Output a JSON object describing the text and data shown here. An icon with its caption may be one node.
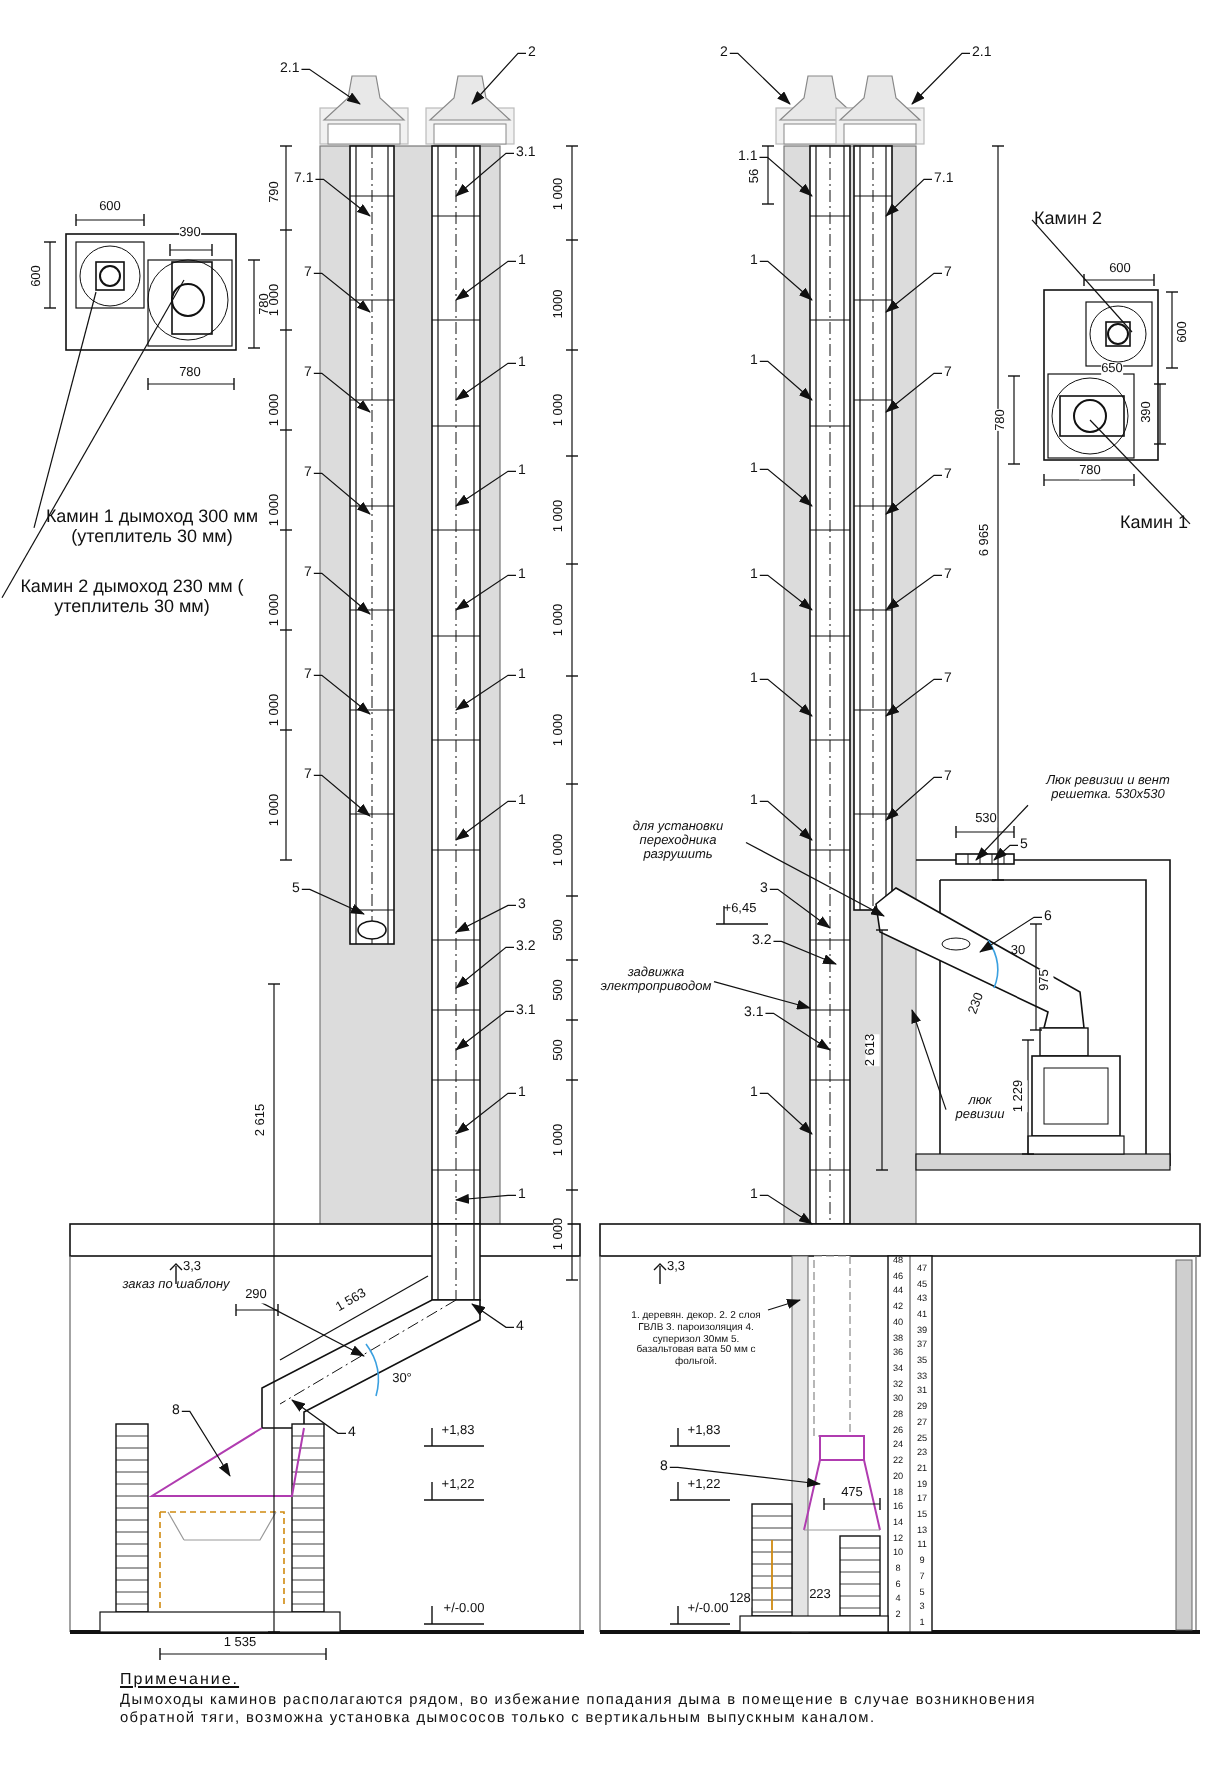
{
  "diagram": {
    "nodes": [
      {
        "text": [
          "2.1"
        ]
      },
      {
        "text": [
          "2"
        ]
      },
      {
        "text": [
          "7.1"
        ]
      },
      {
        "text": [
          "3.1"
        ]
      },
      {
        "text": [
          "7"
        ]
      },
      {
        "text": [
          "1"
        ]
      },
      {
        "text": [
          "7"
        ]
      },
      {
        "text": [
          "1"
        ]
      },
      {
        "text": [
          "7"
        ]
      },
      {
        "text": [
          "1"
        ]
      },
      {
        "text": [
          "7"
        ]
      },
      {
        "text": [
          "1"
        ]
      },
      {
        "text": [
          "7"
        ]
      },
      {
        "text": [
          "1"
        ]
      },
      {
        "text": [
          "7"
        ]
      },
      {
        "text": [
          "1"
        ]
      },
      {
        "text": [
          "5"
        ]
      },
      {
        "text": [
          "3"
        ]
      },
      {
        "text": [
          "3.2"
        ]
      },
      {
        "text": [
          "3.1"
        ]
      },
      {
        "text": [
          "1"
        ]
      },
      {
        "text": [
          "1"
        ]
      },
      {
        "text": [
          "4"
        ]
      },
      {
        "text": [
          "4"
        ]
      },
      {
        "text": [
          "8"
        ]
      },
      {
        "text": [
          "заказ по шаблону"
        ]
      },
      {
        "text": [
          "Камин 1 дымоход 300 мм (утеплитель 30 мм)"
        ]
      },
      {
        "text": [
          "Камин 2 дымоход 230 мм ( утеплитель 30 мм)"
        ]
      },
      {
        "text": [
          "2"
        ]
      },
      {
        "text": [
          "2.1"
        ]
      },
      {
        "text": [
          "1.1"
        ]
      },
      {
        "text": [
          "7.1"
        ]
      },
      {
        "text": [
          "1"
        ]
      },
      {
        "text": [
          "7"
        ]
      },
      {
        "text": [
          "1"
        ]
      },
      {
        "text": [
          "7"
        ]
      },
      {
        "text": [
          "1"
        ]
      },
      {
        "text": [
          "7"
        ]
      },
      {
        "text": [
          "1"
        ]
      },
      {
        "text": [
          "7"
        ]
      },
      {
        "text": [
          "1"
        ]
      },
      {
        "text": [
          "7"
        ]
      },
      {
        "text": [
          "1"
        ]
      },
      {
        "text": [
          "7"
        ]
      },
      {
        "text": [
          "Люк ревизии и вент решетка. 530х530"
        ]
      },
      {
        "text": [
          "5"
        ]
      },
      {
        "text": [
          "для установки переходника разрушить"
        ]
      },
      {
        "text": [
          "3"
        ]
      },
      {
        "text": [
          "3.2"
        ]
      },
      {
        "text": [
          "задвижка электроприводом"
        ]
      },
      {
        "text": [
          "3.1"
        ]
      },
      {
        "text": [
          "6"
        ]
      },
      {
        "text": [
          "люк ревизии"
        ]
      },
      {
        "text": [
          "1"
        ]
      },
      {
        "text": [
          "1"
        ]
      },
      {
        "text": [
          "1. деревян. декор. 2. 2 слоя ГВЛВ 3. пароизоляция 4. суперизол 30мм 5. базальтовая вата 50 мм с фольгой."
        ]
      },
      {
        "text": [
          "8"
        ]
      },
      {
        "text": [
          "Камин 2"
        ]
      },
      {
        "text": [
          "Камин 1"
        ]
      },
      {
        "text": [],
        "shape": "picture"
      },
      {
        "text": [],
        "shape": "picture"
      },
      {
        "text": [],
        "shape": "picture"
      },
      {
        "text": [],
        "shape": "picture"
      },
      {
        "text": [],
        "shape": "picture"
      },
      {
        "text": [],
        "shape": "picture"
      },
      {
        "text": [],
        "shape": "picture"
      },
      {
        "text": [],
        "shape": "picture"
      },
      {
        "text": [],
        "shape": "picture"
      },
      {
        "text": [],
        "shape": "picture"
      }
    ],
    "edges": [
      {
        "from": 0,
        "to": 59,
        "arrow": "to"
      },
      {
        "from": 1,
        "to": 59,
        "arrow": "to"
      },
      {
        "from": 2,
        "to": 59,
        "arrow": "to"
      },
      {
        "from": 3,
        "to": 59,
        "arrow": "to"
      },
      {
        "from": 4,
        "to": 59,
        "arrow": "to"
      },
      {
        "from": 5,
        "to": 59,
        "arrow": "to"
      },
      {
        "from": 6,
        "to": 59,
        "arrow": "to"
      },
      {
        "from": 7,
        "to": 59,
        "arrow": "to"
      },
      {
        "from": 8,
        "to": 59,
        "arrow": "to"
      },
      {
        "from": 9,
        "to": 59,
        "arrow": "to"
      },
      {
        "from": 10,
        "to": 59,
        "arrow": "to"
      },
      {
        "from": 11,
        "to": 59,
        "arrow": "to"
      },
      {
        "from": 12,
        "to": 59,
        "arrow": "to"
      },
      {
        "from": 13,
        "to": 59,
        "arrow": "to"
      },
      {
        "from": 14,
        "to": 59,
        "arrow": "to"
      },
      {
        "from": 15,
        "to": 59,
        "arrow": "to"
      },
      {
        "from": 16,
        "to": 59,
        "arrow": "to"
      },
      {
        "from": 17,
        "to": 59,
        "arrow": "to"
      },
      {
        "from": 18,
        "to": 59,
        "arrow": "to"
      },
      {
        "from": 19,
        "to": 59,
        "arrow": "to"
      },
      {
        "from": 20,
        "to": 59,
        "arrow": "to"
      },
      {
        "from": 21,
        "to": 59,
        "arrow": "to"
      },
      {
        "from": 22,
        "to": 60,
        "arrow": "to"
      },
      {
        "from": 23,
        "to": 60,
        "arrow": "to"
      },
      {
        "from": 24,
        "to": 61,
        "arrow": "to"
      },
      {
        "from": 25,
        "to": 60,
        "arrow": "to"
      },
      {
        "from": 26,
        "to": 62,
        "arrow": "none"
      },
      {
        "from": 27,
        "to": 62,
        "arrow": "none"
      },
      {
        "from": 28,
        "to": 63,
        "arrow": "to"
      },
      {
        "from": 29,
        "to": 63,
        "arrow": "to"
      },
      {
        "from": 30,
        "to": 63,
        "arrow": "to"
      },
      {
        "from": 31,
        "to": 63,
        "arrow": "to"
      },
      {
        "from": 32,
        "to": 63,
        "arrow": "to"
      },
      {
        "from": 33,
        "to": 63,
        "arrow": "to"
      },
      {
        "from": 34,
        "to": 63,
        "arrow": "to"
      },
      {
        "from": 35,
        "to": 63,
        "arrow": "to"
      },
      {
        "from": 36,
        "to": 63,
        "arrow": "to"
      },
      {
        "from": 37,
        "to": 63,
        "arrow": "to"
      },
      {
        "from": 38,
        "to": 63,
        "arrow": "to"
      },
      {
        "from": 39,
        "to": 63,
        "arrow": "to"
      },
      {
        "from": 40,
        "to": 63,
        "arrow": "to"
      },
      {
        "from": 41,
        "to": 63,
        "arrow": "to"
      },
      {
        "from": 42,
        "to": 63,
        "arrow": "to"
      },
      {
        "from": 43,
        "to": 63,
        "arrow": "to"
      },
      {
        "from": 44,
        "to": 64,
        "arrow": "to"
      },
      {
        "from": 45,
        "to": 64,
        "arrow": "to"
      },
      {
        "from": 46,
        "to": 65,
        "arrow": "to"
      },
      {
        "from": 47,
        "to": 63,
        "arrow": "to"
      },
      {
        "from": 48,
        "to": 63,
        "arrow": "to"
      },
      {
        "from": 49,
        "to": 63,
        "arrow": "to"
      },
      {
        "from": 50,
        "to": 63,
        "arrow": "to"
      },
      {
        "from": 51,
        "to": 65,
        "arrow": "to"
      },
      {
        "from": 52,
        "to": 63,
        "arrow": "to"
      },
      {
        "from": 53,
        "to": 63,
        "arrow": "to"
      },
      {
        "from": 54,
        "to": 63,
        "arrow": "to"
      },
      {
        "from": 55,
        "to": 66,
        "arrow": "to"
      },
      {
        "from": 56,
        "to": 67,
        "arrow": "to"
      },
      {
        "from": 57,
        "to": 68,
        "arrow": "none"
      },
      {
        "from": 58,
        "to": 68,
        "arrow": "none"
      }
    ],
    "labels": [
      "600",
      "600",
      "390",
      "780",
      "780",
      "790",
      "1 000",
      "1 000",
      "1 000",
      "1 000",
      "1 000",
      "1 000",
      "1 000",
      "1000",
      "1 000",
      "1 000",
      "1 000",
      "1 000",
      "1 000",
      "500",
      "500",
      "500",
      "1 000",
      "1 000",
      "2 615",
      "3,3",
      "290",
      "1 563",
      "30°",
      "+1,83",
      "+1,22",
      "+/-0.00",
      "1 535",
      "56",
      "6 965",
      "780",
      "600",
      "600",
      "650",
      "390",
      "780",
      "530",
      "+6,45",
      "30",
      "975",
      "230",
      "1 229",
      "2 613",
      "3,3",
      "+1,83",
      "+1,22",
      "+/-0.00",
      "128",
      "223",
      "475",
      "Примечание.",
      "Дымоходы каминов располагаются рядом, во избежание попадания дыма в помещение в случае возникновения обратной тяги, возможна установка дымососов только с вертикальным выпускным каналом.",
      "48",
      "47",
      "46",
      "45",
      "44",
      "43",
      "42",
      "41",
      "40",
      "39",
      "38",
      "37",
      "36",
      "35",
      "34",
      "33",
      "32",
      "31",
      "30",
      "29",
      "28",
      "27",
      "26",
      "25",
      "24",
      "23",
      "22",
      "21",
      "20",
      "19",
      "18",
      "17",
      "16",
      "15",
      "14",
      "13",
      "12",
      "11",
      "10",
      "9",
      "8",
      "7",
      "6",
      "5",
      "4",
      "3",
      "2",
      "1"
    ]
  }
}
